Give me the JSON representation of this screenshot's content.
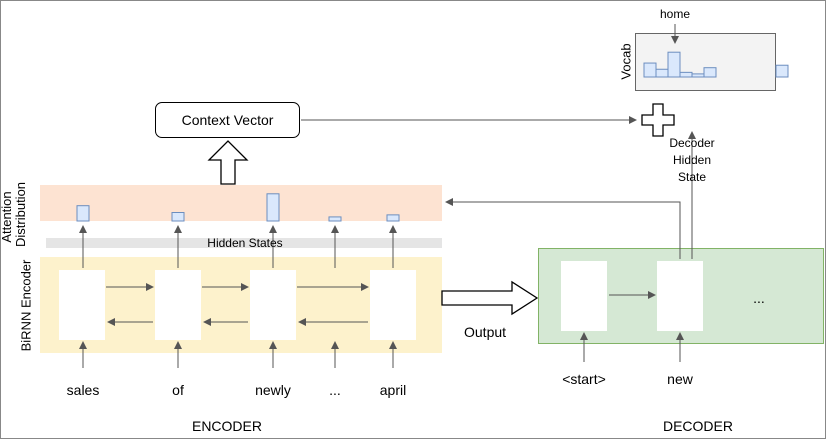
{
  "labels": {
    "context_vector": "Context Vector",
    "attention_distribution_line1": "Attention",
    "attention_distribution_line2": "Distribution",
    "birnn_encoder": "BiRNN Encoder",
    "hidden_states": "Hidden States",
    "output": "Output",
    "encoder": "ENCODER",
    "decoder": "DECODER",
    "vocab": "Vocab",
    "home": "home",
    "decoder_hidden_state_line1": "Decoder",
    "decoder_hidden_state_line2": "Hidden",
    "decoder_hidden_state_line3": "State",
    "decoder_ellipsis": "..."
  },
  "encoder_inputs": [
    "sales",
    "of",
    "newly",
    "...",
    "april"
  ],
  "decoder_inputs": [
    "<start>",
    "new"
  ],
  "attention_weights": [
    0.45,
    0.25,
    0.8,
    0.12,
    0.18
  ],
  "vocab_distribution": [
    0.45,
    0.25,
    0.8,
    0.15,
    0.1,
    0.3,
    0.0,
    0.0,
    0.0,
    0.0,
    0.0,
    0.38
  ],
  "colors": {
    "attention_band": "#fde3d2",
    "encoder_band": "#fdf2cc",
    "hidden_band": "#e5e5e5",
    "decoder_fill": "#d5e8d4",
    "decoder_border": "#82b366",
    "bar_fill": "#dae8fc",
    "bar_stroke": "#6c8ebf",
    "vocab_bg": "#f3f3f3",
    "arrow": "#555555"
  }
}
